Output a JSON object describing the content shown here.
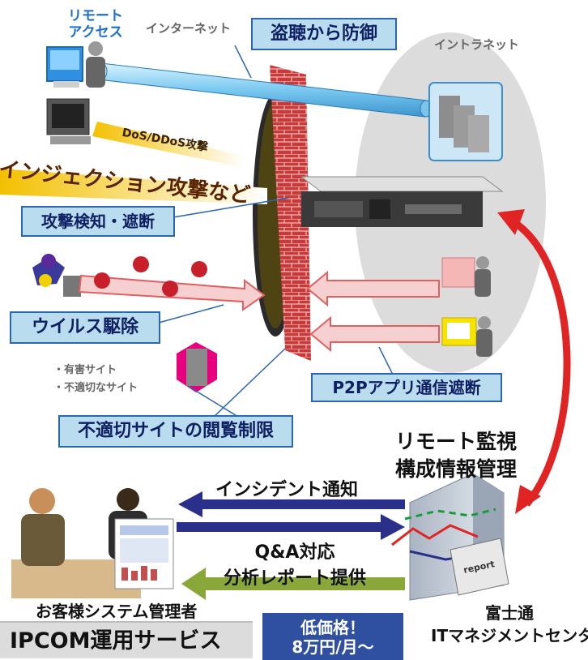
{
  "labels": {
    "remote_access": "リモート\nアクセス",
    "internet": "インターネット",
    "intranet": "イントラネット",
    "dos": "DoS/DDoS攻撃",
    "injection": "インジェクション攻撃など",
    "harmful_sites": "・有害サイト\n・不適切なサイト",
    "remote_monitoring": "リモート監視\n構成情報管理",
    "incident_notice": "インシデント通知",
    "qa_report": "Q&A対応\n分析レポート提供",
    "customer_admin": "お客様システム管理者",
    "fujitsu_center": "富士通\nITマネジメントセンター",
    "report": "report"
  },
  "callouts": {
    "eavesdrop": "盗聴から防御",
    "attack_detect": "攻撃検知・遮断",
    "virus": "ウイルス駆除",
    "p2p": "P2Pアプリ通信遮断",
    "url_filter": "不適切サイトの閲覧制限"
  },
  "footer": {
    "service_name": "IPCOM運用サービス",
    "price_line1": "低価格！",
    "price_line2": "8万円/月～"
  },
  "colors": {
    "callout_fill": "#b9dcef",
    "callout_border": "#2a67ad",
    "arrow_blue": "#2a2f8a",
    "arrow_green": "#8aa83a",
    "arrow_red": "#e02424",
    "price_box": "#2f4fa0",
    "intranet_ellipse": "#dcdcdc"
  }
}
